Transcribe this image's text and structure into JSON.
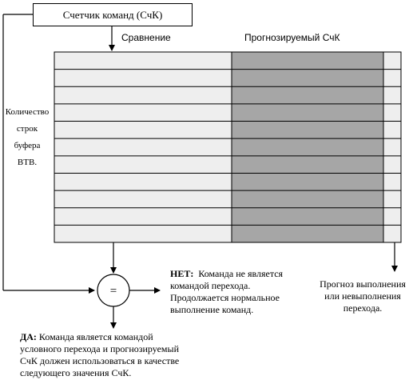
{
  "pc_box": {
    "label": "Счетчик команд (СчК)"
  },
  "compare_label": "Сравнение",
  "predicted_label": "Прогнозируемый СчК",
  "row_count_label": [
    "Количество",
    "строк",
    "буфера",
    "BTB."
  ],
  "buffer": {
    "rows": 11
  },
  "comparator_symbol": "=",
  "no_text": {
    "key": "НЕТ:",
    "line1": "Команда не является",
    "line2": "командой перехода.",
    "line3": "Продолжается нормальное",
    "line4": "выполнение команд."
  },
  "yes_text": {
    "key": "ДА:",
    "line1": "Команда является командой",
    "line2": "условного перехода и прогнозируемый",
    "line3": "СчК должен использоваться в качестве",
    "line4": "следующего значения СчК."
  },
  "prediction_text": [
    "Прогноз выполнения",
    "или невыполнения",
    "перехода."
  ],
  "colors": {
    "light_fill": "#eeeeee",
    "dark_fill": "#a6a6a6",
    "line": "#000000"
  }
}
